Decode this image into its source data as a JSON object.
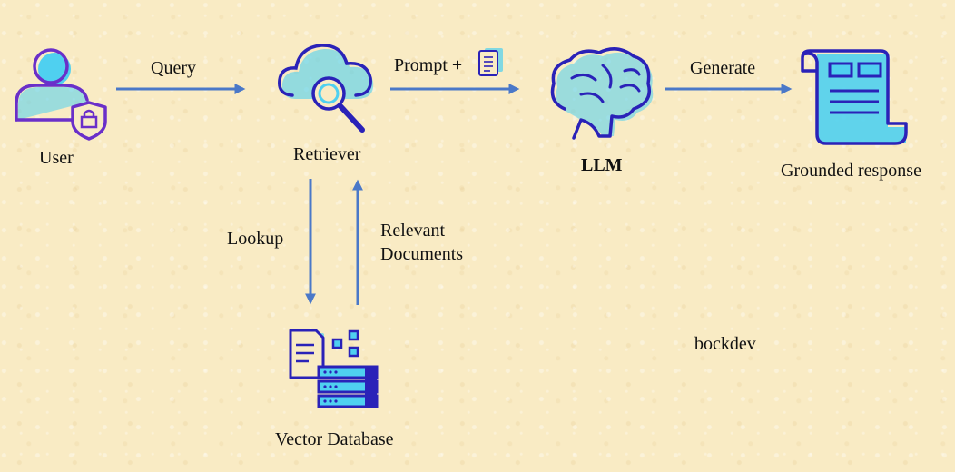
{
  "nodes": {
    "user": "User",
    "retriever": "Retriever",
    "llm": "LLM",
    "grounded_response": "Grounded response",
    "vector_database": "Vector Database"
  },
  "edges": {
    "query": "Query",
    "prompt": "Prompt +",
    "generate": "Generate",
    "lookup": "Lookup",
    "relevant_documents_line1": "Relevant",
    "relevant_documents_line2": "Documents"
  },
  "watermark": "bockdev",
  "colors": {
    "background": "#f9ebc4",
    "arrow": "#4a78c8",
    "icon_stroke": "#2a22b8",
    "icon_fill": "#4fd0f0",
    "user_stroke": "#6a2fc9"
  },
  "icons": [
    "user-lock-icon",
    "cloud-search-icon",
    "document-scroll-icon",
    "brain-icon",
    "grounded-response-document-icon",
    "vector-database-icon"
  ]
}
